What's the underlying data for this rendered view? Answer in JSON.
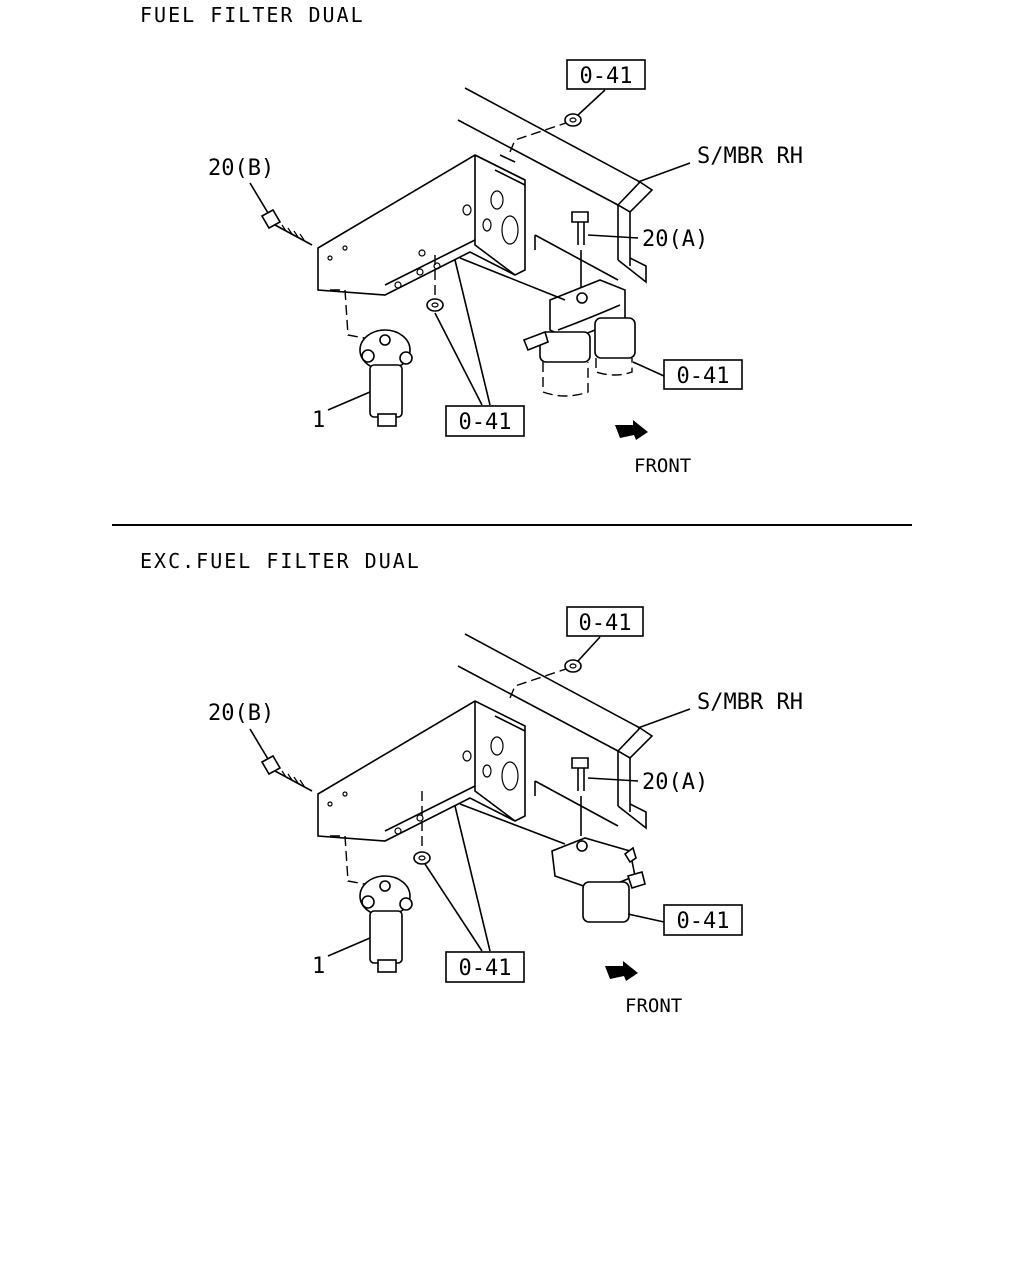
{
  "sections": [
    {
      "title": "FUEL FILTER DUAL",
      "labels": {
        "ref_top": "0-41",
        "ref_filter": "0-41",
        "ref_nuts": "0-41",
        "member": "S/MBR RH",
        "bolt_a": "20(A)",
        "bolt_b": "20(B)",
        "part_1": "1",
        "front": "FRONT"
      }
    },
    {
      "title": "EXC.FUEL FILTER DUAL",
      "labels": {
        "ref_top": "0-41",
        "ref_filter": "0-41",
        "ref_nuts": "0-41",
        "member": "S/MBR RH",
        "bolt_a": "20(A)",
        "bolt_b": "20(B)",
        "part_1": "1",
        "front": "FRONT"
      }
    }
  ]
}
